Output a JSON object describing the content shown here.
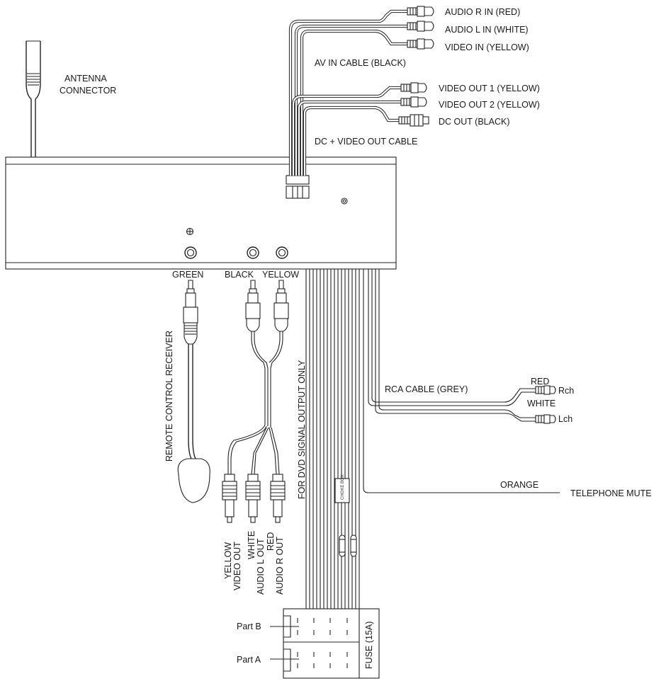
{
  "labels": {
    "antenna_line1": "ANTENNA",
    "antenna_line2": "CONNECTOR",
    "audio_r_in": "AUDIO R IN (RED)",
    "audio_l_in": "AUDIO L IN (WHITE)",
    "video_in": "VIDEO IN (YELLOW)",
    "av_in_cable": "AV IN CABLE (BLACK)",
    "video_out_1": "VIDEO OUT 1 (YELLOW)",
    "video_out_2": "VIDEO OUT 2 (YELLOW)",
    "dc_out": "DC OUT (BLACK)",
    "dc_video_out_cable": "DC + VIDEO OUT CABLE",
    "jack_green": "GREEN",
    "jack_black": "BLACK",
    "jack_yellow": "YELLOW",
    "remote_receiver": "REMOTE CONTROL RECEIVER",
    "dvd_signal": "FOR DVD SIGNAL OUTPUT ONLY",
    "rca_cable": "RCA CABLE (GREY)",
    "rca_red": "RED",
    "rca_rch": "Rch",
    "rca_white": "WHITE",
    "rca_lch": "Lch",
    "orange": "ORANGE",
    "telephone_mute": "TELEPHONE MUTE",
    "choke_box": "CHOKE BOX",
    "yellow_video_out_1": "YELLOW",
    "yellow_video_out_2": "VIDEO OUT",
    "white_audio_l_1": "WHITE",
    "white_audio_l_2": "AUDIO L OUT",
    "red_audio_r_1": "RED",
    "red_audio_r_2": "AUDIO R OUT",
    "part_b": "Part B",
    "part_a": "Part A",
    "fuse": "FUSE (15A)"
  }
}
